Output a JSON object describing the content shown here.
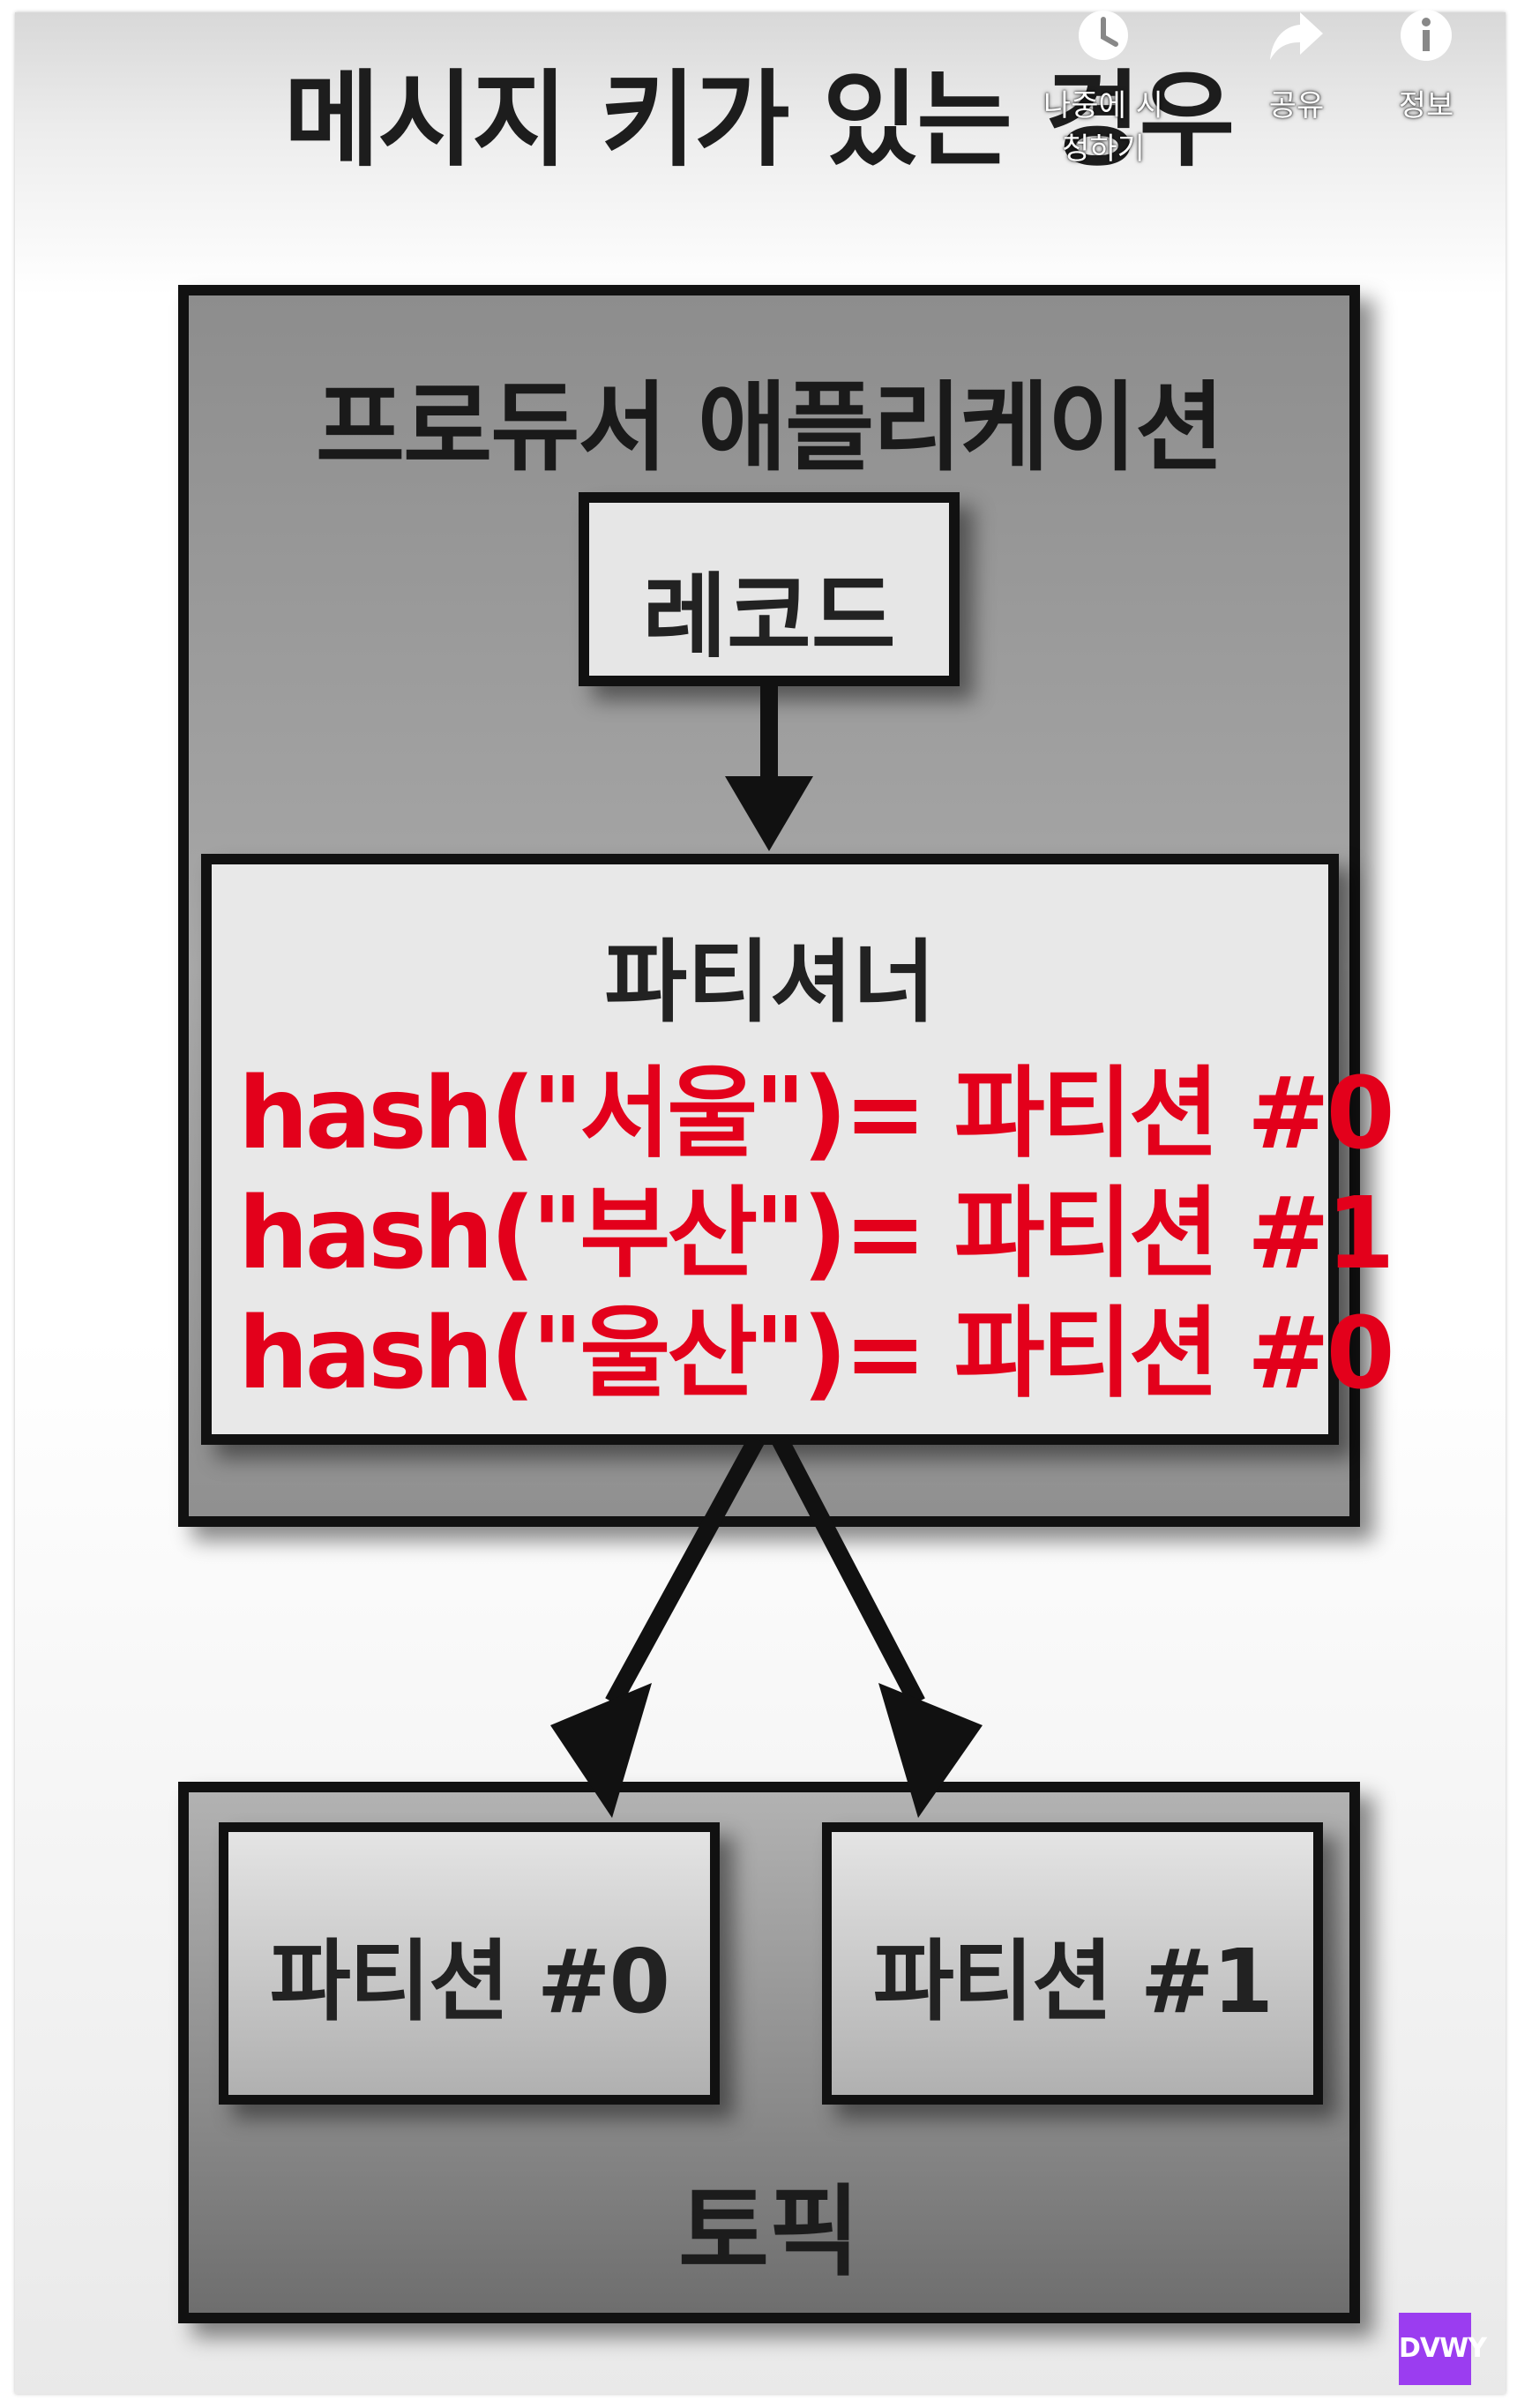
{
  "header": {
    "title": "메시지 키가 있는 경우"
  },
  "video_actions": [
    {
      "icon": "clock-icon",
      "label": "나중에 시청하기"
    },
    {
      "icon": "share-icon",
      "label": "공유"
    },
    {
      "icon": "info-icon",
      "label": "정보"
    }
  ],
  "diagram": {
    "producer_label": "프로듀서 애플리케이션",
    "record_label": "레코드",
    "partitioner_label": "파티셔너",
    "hash_lines": [
      "hash(\"서울\")= 파티션 #0",
      "hash(\"부산\")= 파티션 #1",
      "hash(\"울산\")= 파티션 #0"
    ],
    "partitions": [
      "파티션 #0",
      "파티션 #1"
    ],
    "topic_label": "토픽"
  },
  "watermark": {
    "text": "DVWY",
    "color": "#9b3df0"
  },
  "colors": {
    "hash_text": "#e3001b",
    "box_border": "#111111"
  }
}
